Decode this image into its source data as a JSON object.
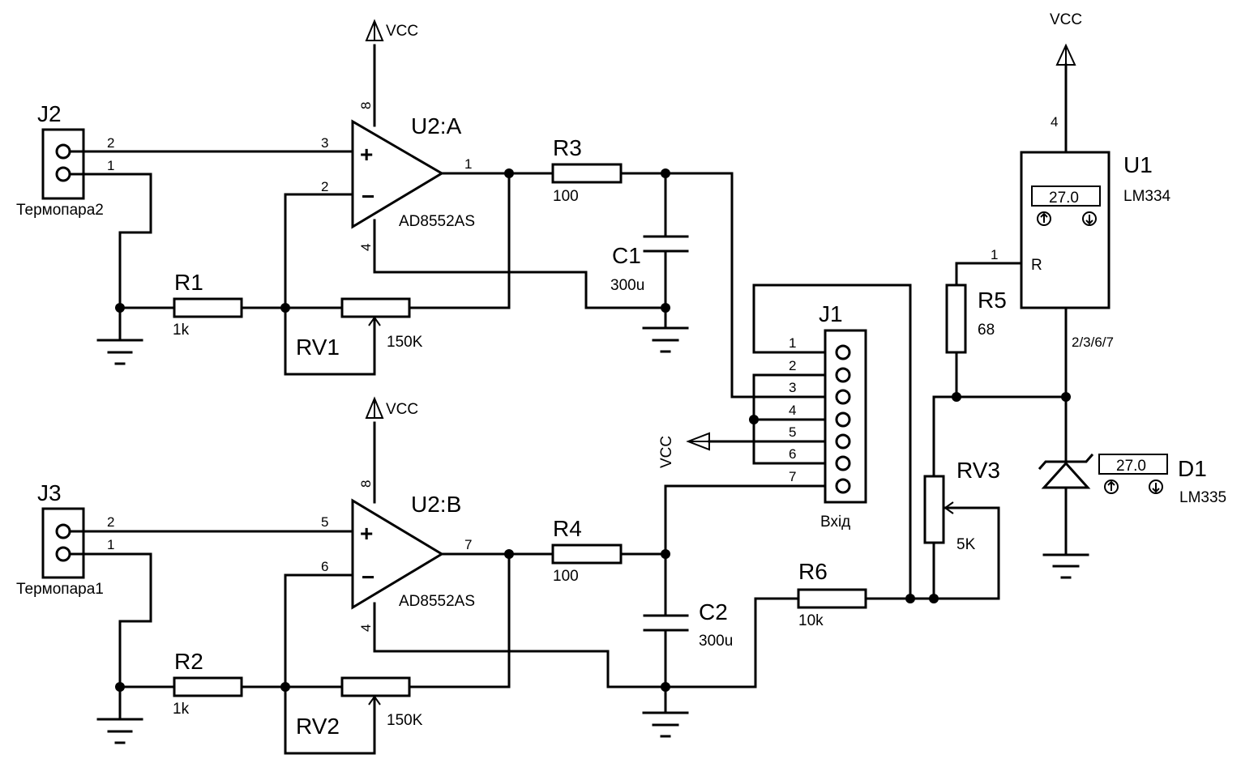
{
  "components": {
    "j2": {
      "ref": "J2",
      "label": "Термопара2",
      "pins": [
        "2",
        "1"
      ]
    },
    "j3": {
      "ref": "J3",
      "label": "Термопара1",
      "pins": [
        "2",
        "1"
      ]
    },
    "u2a": {
      "ref": "U2:A",
      "part": "AD8552AS",
      "pins": {
        "vplus": "8",
        "in_p": "3",
        "in_n": "2",
        "out": "1",
        "vminus": "4"
      }
    },
    "u2b": {
      "ref": "U2:B",
      "part": "AD8552AS",
      "pins": {
        "vplus": "8",
        "in_p": "5",
        "in_n": "6",
        "out": "7",
        "vminus": "4"
      }
    },
    "r1": {
      "ref": "R1",
      "value": "1k"
    },
    "r2": {
      "ref": "R2",
      "value": "1k"
    },
    "r3": {
      "ref": "R3",
      "value": "100"
    },
    "r4": {
      "ref": "R4",
      "value": "100"
    },
    "r5": {
      "ref": "R5",
      "value": "68"
    },
    "r6": {
      "ref": "R6",
      "value": "10k"
    },
    "rv1": {
      "ref": "RV1",
      "value": "150K"
    },
    "rv2": {
      "ref": "RV2",
      "value": "150K"
    },
    "rv3": {
      "ref": "RV3",
      "value": "5K"
    },
    "c1": {
      "ref": "C1",
      "value": "300u"
    },
    "c2": {
      "ref": "C2",
      "value": "300u"
    },
    "u1": {
      "ref": "U1",
      "part": "LM334",
      "display": "27.0",
      "pin_r": "R",
      "pins": {
        "top": "4",
        "r": "1",
        "bottom": "2/3/6/7"
      }
    },
    "d1": {
      "ref": "D1",
      "part": "LM335",
      "display": "27.0"
    },
    "j1": {
      "ref": "J1",
      "label": "Вхід",
      "pins": [
        "1",
        "2",
        "3",
        "4",
        "5",
        "6",
        "7"
      ]
    }
  },
  "power": {
    "vcc": "VCC"
  },
  "opamp_signs": {
    "plus": "+",
    "minus": "−"
  }
}
